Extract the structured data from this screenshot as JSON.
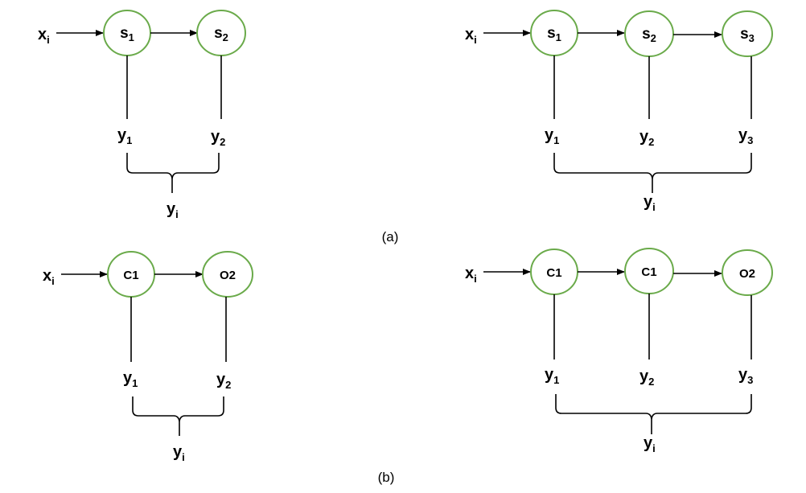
{
  "captions": {
    "a": "(a)",
    "b": "(b)"
  },
  "colors": {
    "node_stroke": "#6aaa4a",
    "line": "#000000",
    "background": "#ffffff"
  },
  "panels": [
    {
      "input": {
        "main": "x",
        "sub": "i"
      },
      "nodes": [
        {
          "main": "s",
          "sub": "1"
        },
        {
          "main": "s",
          "sub": "2"
        }
      ],
      "outputs": [
        {
          "main": "y",
          "sub": "1"
        },
        {
          "main": "y",
          "sub": "2"
        }
      ],
      "group": {
        "main": "y",
        "sub": "i"
      }
    },
    {
      "input": {
        "main": "x",
        "sub": "i"
      },
      "nodes": [
        {
          "main": "s",
          "sub": "1"
        },
        {
          "main": "s",
          "sub": "2"
        },
        {
          "main": "s",
          "sub": "3"
        }
      ],
      "outputs": [
        {
          "main": "y",
          "sub": "1"
        },
        {
          "main": "y",
          "sub": "2"
        },
        {
          "main": "y",
          "sub": "3"
        }
      ],
      "group": {
        "main": "y",
        "sub": "i"
      }
    },
    {
      "input": {
        "main": "x",
        "sub": "i"
      },
      "nodes": [
        {
          "main": "C1",
          "sub": ""
        },
        {
          "main": "O2",
          "sub": ""
        }
      ],
      "outputs": [
        {
          "main": "y",
          "sub": "1"
        },
        {
          "main": "y",
          "sub": "2"
        }
      ],
      "group": {
        "main": "y",
        "sub": "i"
      }
    },
    {
      "input": {
        "main": "x",
        "sub": "i"
      },
      "nodes": [
        {
          "main": "C1",
          "sub": ""
        },
        {
          "main": "C1",
          "sub": ""
        },
        {
          "main": "O2",
          "sub": ""
        }
      ],
      "outputs": [
        {
          "main": "y",
          "sub": "1"
        },
        {
          "main": "y",
          "sub": "2"
        },
        {
          "main": "y",
          "sub": "3"
        }
      ],
      "group": {
        "main": "y",
        "sub": "i"
      }
    }
  ]
}
